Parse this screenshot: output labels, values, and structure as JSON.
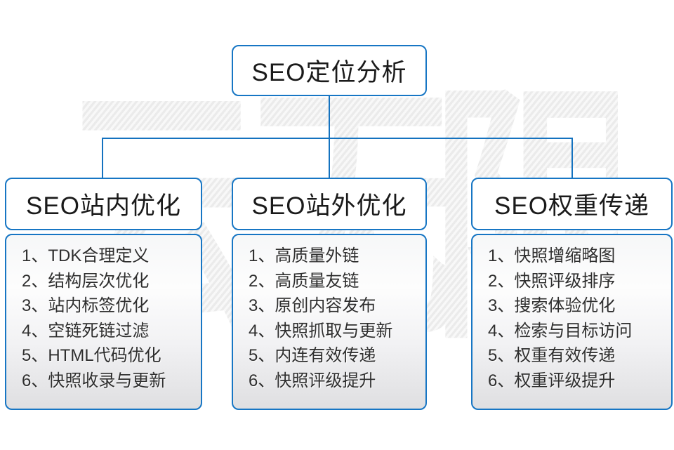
{
  "watermark": "云无限",
  "colors": {
    "accent_blue": "#1776c4",
    "connector_blue": "#1472bf",
    "panel_gray_bottom": "#dfdfe1",
    "watermark_gray": "#ededed",
    "text_dark": "#1a1a1a"
  },
  "root": {
    "title": "SEO定位分析"
  },
  "columns": [
    {
      "title": "SEO站内优化",
      "items": [
        "1、TDK合理定义",
        "2、结构层次优化",
        "3、站内标签优化",
        "4、空链死链过滤",
        "5、HTML代码优化",
        "6、快照收录与更新"
      ]
    },
    {
      "title": "SEO站外优化",
      "items": [
        "1、高质量外链",
        "2、高质量友链",
        "3、原创内容发布",
        "4、快照抓取与更新",
        "5、内连有效传递",
        "6、快照评级提升"
      ]
    },
    {
      "title": "SEO权重传递",
      "items": [
        "1、快照增缩略图",
        "2、快照评级排序",
        "3、搜索体验优化",
        "4、检索与目标访问",
        "5、权重有效传递",
        "6、权重评级提升"
      ]
    }
  ]
}
